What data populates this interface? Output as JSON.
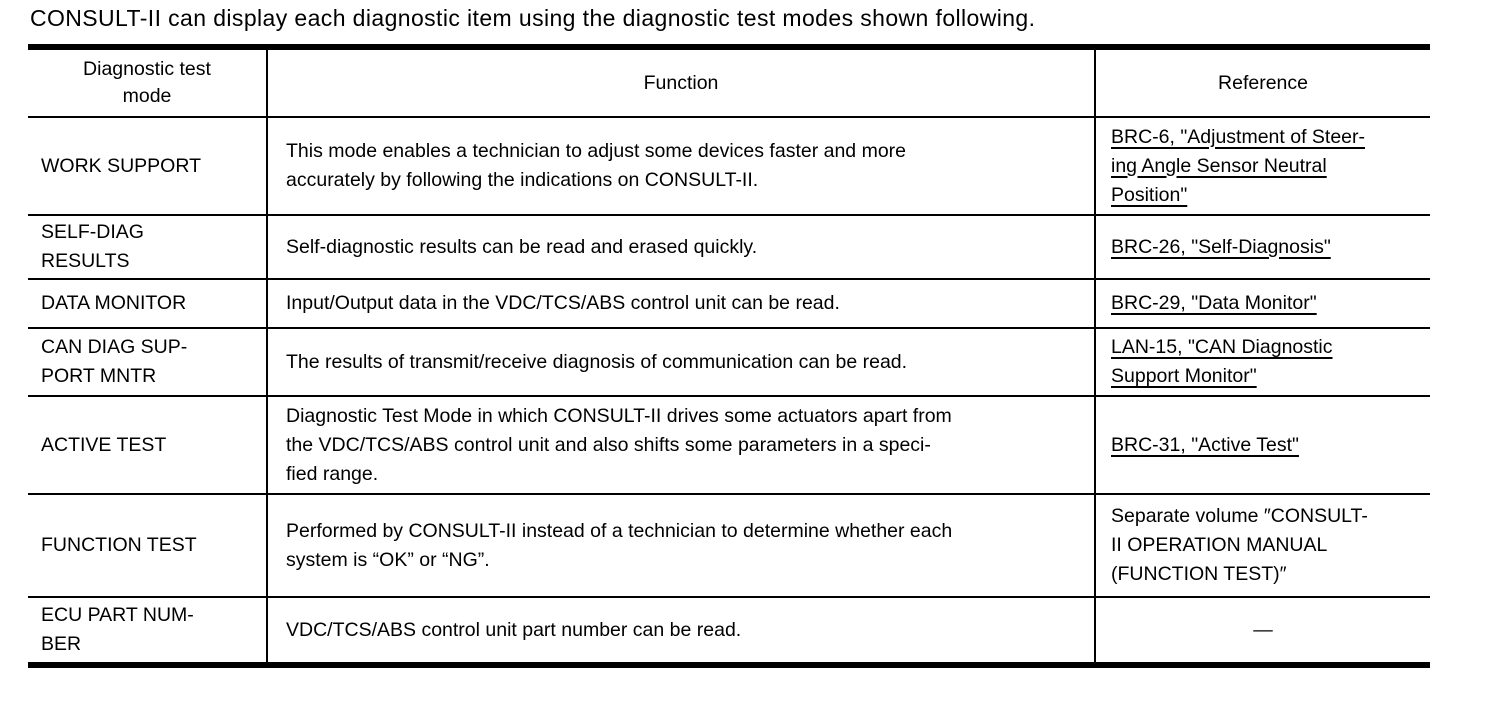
{
  "page": {
    "intro": "CONSULT-II can display each diagnostic item using the diagnostic test modes shown following."
  },
  "table": {
    "headers": [
      "Diagnostic test\nmode",
      "Function",
      "Reference"
    ],
    "rows": [
      {
        "mode": "WORK SUPPORT",
        "function": "This mode enables a technician to adjust some devices faster and more\naccurately by following the indications on CONSULT-II.",
        "reference": "BRC-6, \"Adjustment of Steer-\ning Angle Sensor Neutral\nPosition\"",
        "reference_is_link": true
      },
      {
        "mode": "SELF-DIAG\nRESULTS",
        "function": "Self-diagnostic results can be read and erased quickly.",
        "reference": "BRC-26, \"Self-Diagnosis\"",
        "reference_is_link": true
      },
      {
        "mode": "DATA MONITOR",
        "function": "Input/Output data in the VDC/TCS/ABS control unit can be read.",
        "reference": "BRC-29, \"Data Monitor\"",
        "reference_is_link": true
      },
      {
        "mode": "CAN DIAG SUP-\nPORT MNTR",
        "function": "The results of transmit/receive diagnosis of communication can be read.",
        "reference": "LAN-15, \"CAN Diagnostic\nSupport Monitor\"",
        "reference_is_link": true
      },
      {
        "mode": "ACTIVE TEST",
        "function": "Diagnostic Test Mode in which CONSULT-II drives some actuators apart from\nthe  VDC/TCS/ABS control unit and also shifts some parameters in a speci-\nfied range.",
        "reference": "BRC-31, \"Active Test\"",
        "reference_is_link": true
      },
      {
        "mode": "FUNCTION TEST",
        "function": "Performed by CONSULT-II instead of a technician to determine whether each\nsystem is “OK” or “NG”.",
        "reference": "Separate volume ″CONSULT-\nII OPERATION MANUAL\n(FUNCTION TEST)″",
        "reference_is_link": false
      },
      {
        "mode": "ECU PART NUM-\nBER",
        "function": "VDC/TCS/ABS control unit part number can be read.",
        "reference": "—",
        "reference_is_link": false
      }
    ]
  }
}
